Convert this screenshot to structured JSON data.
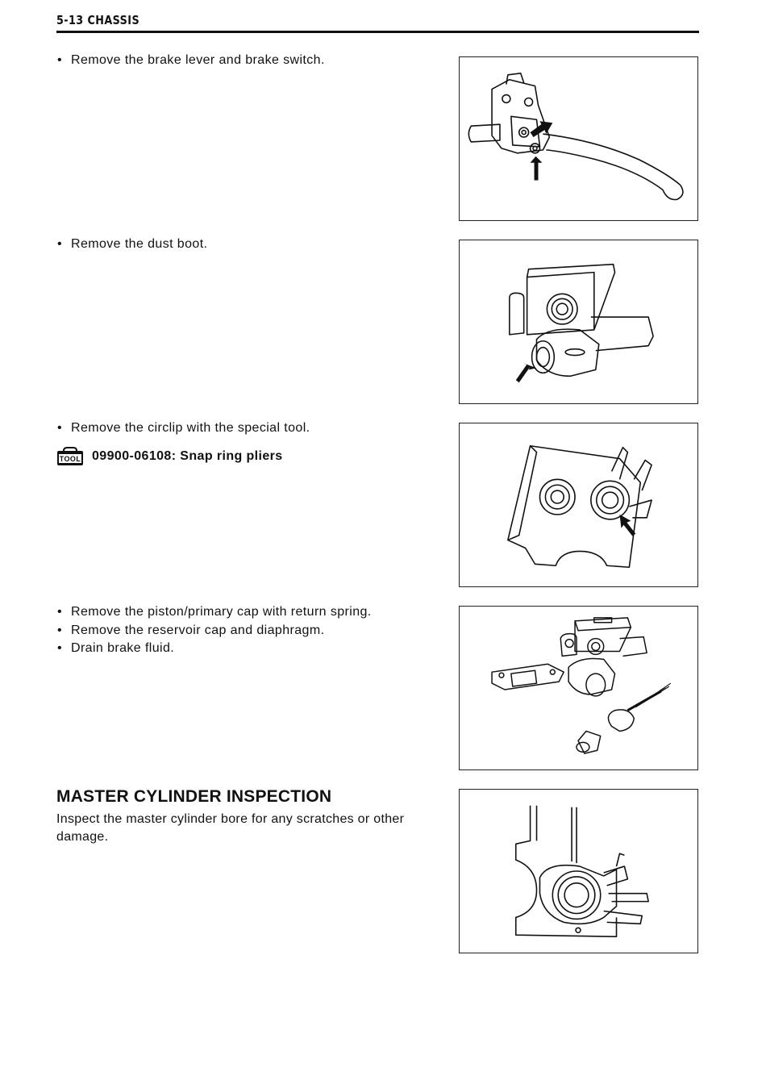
{
  "header": {
    "page_label": "5-13 CHASSIS"
  },
  "steps": [
    {
      "bullets": [
        "Remove the brake lever and brake switch."
      ]
    },
    {
      "bullets": [
        "Remove the dust boot."
      ]
    },
    {
      "bullets": [
        "Remove the circlip with the special tool."
      ],
      "tool": {
        "icon_label": "TOOL",
        "text": "09900-06108: Snap ring pliers"
      }
    },
    {
      "bullets": [
        "Remove the piston/primary cap with return spring.",
        "Remove the reservoir cap and diaphragm.",
        "Drain brake fluid."
      ]
    }
  ],
  "inspection": {
    "heading": "MASTER CYLINDER INSPECTION",
    "text": "Inspect the master cylinder bore for any scratches or other damage."
  }
}
